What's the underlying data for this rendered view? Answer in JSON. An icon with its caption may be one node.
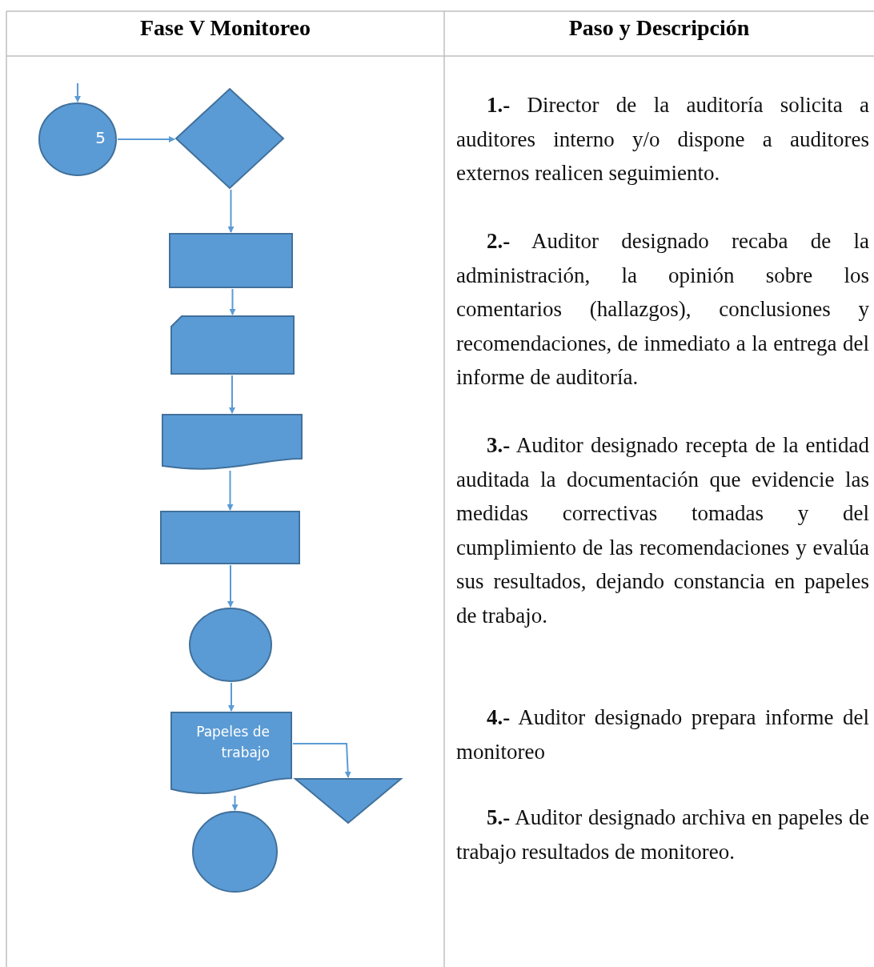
{
  "diagram": {
    "nodes": [
      {
        "text": [
          "5"
        ]
      },
      {
        "text": [],
        "shape": "diamond"
      },
      {
        "text": [],
        "shape": "box"
      },
      {
        "text": [],
        "shape": "card"
      },
      {
        "text": [],
        "shape": "document"
      },
      {
        "text": [],
        "shape": "box"
      },
      {
        "text": [],
        "shape": "circle"
      },
      {
        "text": [
          "Papeles de trabajo"
        ]
      },
      {
        "text": [],
        "shape": "triangle"
      },
      {
        "text": [],
        "shape": "circle"
      }
    ],
    "edges": [
      {
        "from": null,
        "to": 0,
        "arrow": "to"
      },
      {
        "from": 0,
        "to": 1,
        "arrow": "to"
      },
      {
        "from": 1,
        "to": 2,
        "arrow": "to"
      },
      {
        "from": 2,
        "to": 3,
        "arrow": "to"
      },
      {
        "from": 3,
        "to": 4,
        "arrow": "to"
      },
      {
        "from": 4,
        "to": 5,
        "arrow": "to"
      },
      {
        "from": 5,
        "to": 6,
        "arrow": "to"
      },
      {
        "from": 6,
        "to": 7,
        "arrow": "to"
      },
      {
        "from": 7,
        "to": 8,
        "arrow": "to"
      },
      {
        "from": 7,
        "to": 9,
        "arrow": "to"
      }
    ],
    "labels": [
      "Fase V Monitoreo",
      "Paso y Descripción",
      "**1.-** Director de la auditoría solicita a auditores interno y/o dispone a auditores externos realicen seguimiento.",
      "**2.-** Auditor designado recaba de la administración, la opinión sobre los comentarios (hallazgos), conclusiones y recomendaciones, de inmediato a la entrega del informe de auditoría.",
      "**3.-** Auditor designado recepta de la entidad auditada la documentación que evidencie las medidas correctivas tomadas y del cumplimiento de las recomendaciones y evalúa sus resultados, dejando constancia en papeles de trabajo.",
      "**4.-** Auditor designado prepara informe del monitoreo",
      "**5.-** Auditor designado archiva en papeles de trabajo resultados de monitoreo."
    ]
  }
}
